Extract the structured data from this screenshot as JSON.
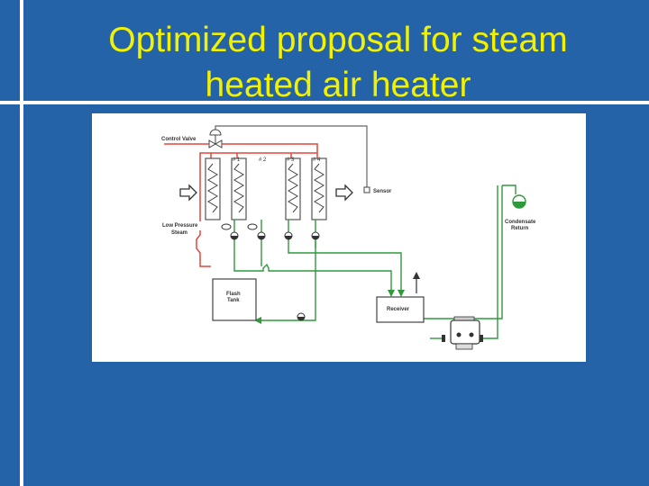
{
  "slide": {
    "title_line1": "Optimized proposal for steam",
    "title_line2": "heated air heater"
  },
  "diagram": {
    "labels": {
      "control_valve": "Control Valve",
      "sensor": "Sensor",
      "low_pressure_line1": "Low Pressure",
      "low_pressure_line2": "Steam",
      "condensate_line1": "Condensate",
      "condensate_line2": "Return",
      "flash_line1": "Flash",
      "flash_line2": "Tank",
      "receiver": "Receiver"
    },
    "coils": [
      "# 1",
      "# 2",
      "# 3",
      "# 4"
    ],
    "colors": {
      "steam": "#e0463a",
      "condensate": "#2f9a3c",
      "pipe": "#555555",
      "title_text": "#f2f200",
      "background": "#2463a8"
    }
  }
}
